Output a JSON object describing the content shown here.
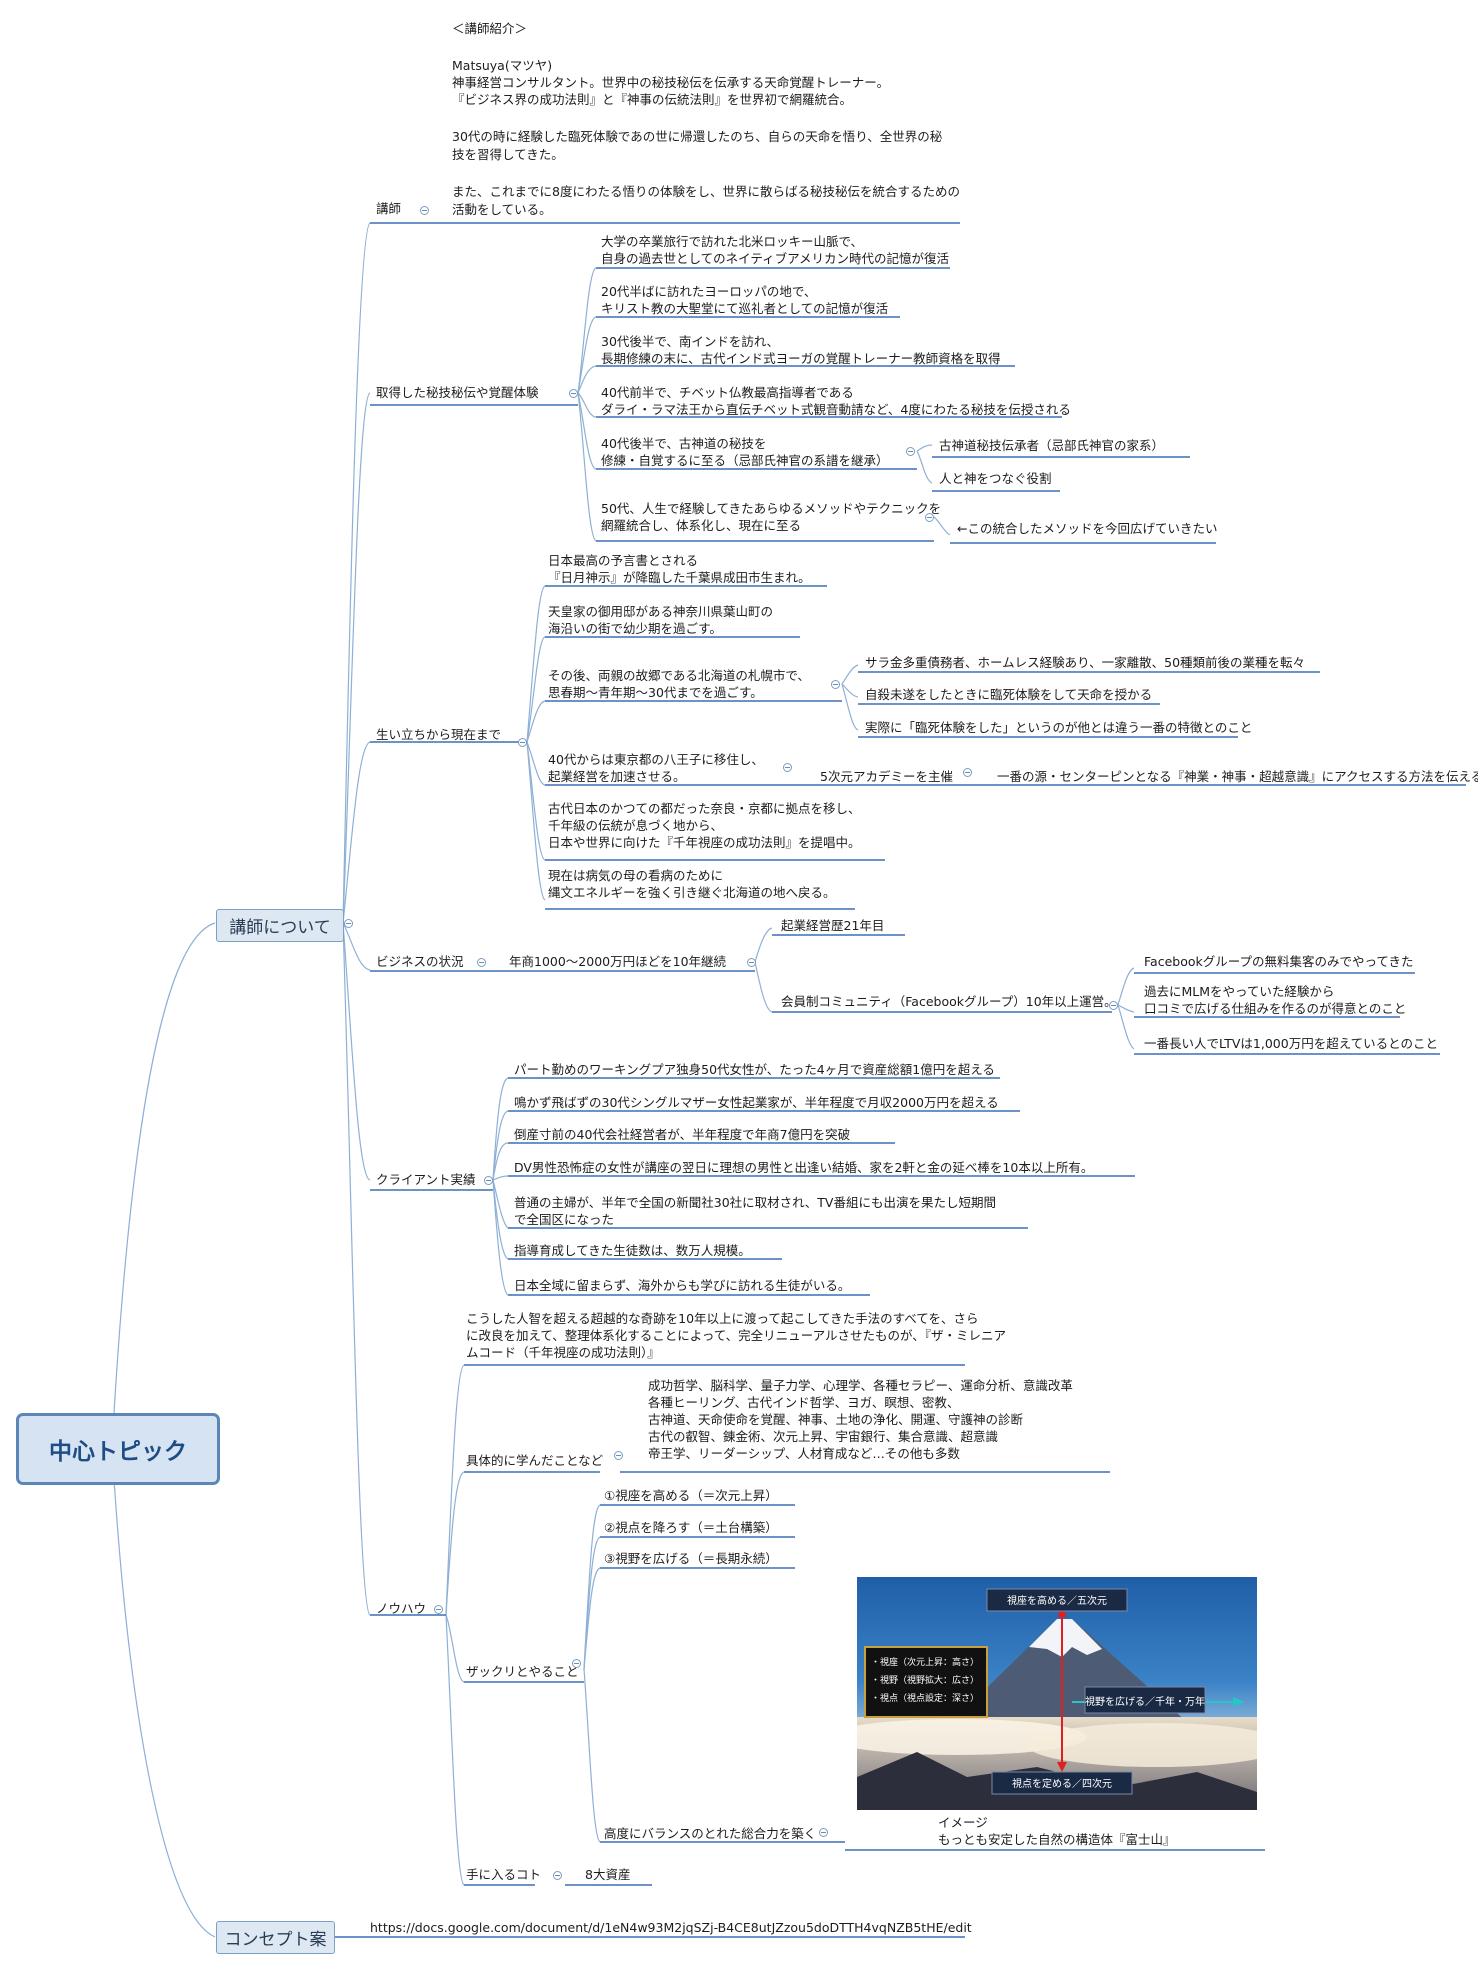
{
  "root": {
    "title": "中心トピック"
  },
  "branches": {
    "instructor_about": "講師について",
    "concept": "コンセプト案"
  },
  "intro": {
    "heading": "＜講師紹介＞",
    "name": "Matsuya(マツヤ)",
    "line1": "神事経営コンサルタント。世界中の秘技秘伝を伝承する天命覚醒トレーナー。",
    "line2": "『ビジネス界の成功法則』と『神事の伝統法則』を世界初で網羅統合。",
    "para2_1": "30代の時に経験した臨死体験であの世に帰還したのち、自らの天命を悟り、全世界の秘",
    "para2_2": "技を習得してきた。",
    "para3_1": "また、これまでに8度にわたる悟りの体験をし、世界に散らばる秘技秘伝を統合するための",
    "para3_2": "活動をしている。"
  },
  "topics": {
    "lecturer": "講師",
    "secrets": "取得した秘技秘伝や覚醒体験",
    "life": "生い立ちから現在まで",
    "business": "ビジネスの状況",
    "clients": "クライアント実績",
    "knowhow": "ノウハウ"
  },
  "secrets": {
    "s1": "大学の卒業旅行で訪れた北米ロッキー山脈で、\n自身の過去世としてのネイティブアメリカン時代の記憶が復活",
    "s2": "20代半ばに訪れたヨーロッパの地で、\nキリスト教の大聖堂にて巡礼者としての記憶が復活",
    "s3": "30代後半で、南インドを訪れ、\n長期修練の末に、古代インド式ヨーガの覚醒トレーナー教師資格を取得",
    "s4": "40代前半で、チベット仏教最高指導者である\nダライ・ラマ法王から直伝チベット式観音動請など、4度にわたる秘技を伝授される",
    "s5": "40代後半で、古神道の秘技を\n修練・自覚するに至る（忌部氏神官の系譜を継承）",
    "s5a": "古神道秘技伝承者（忌部氏神官の家系）",
    "s5b": "人と神をつなぐ役割",
    "s6": "50代、人生で経験してきたあらゆるメソッドやテクニックを\n網羅統合し、体系化し、現在に至る",
    "s6a": "←この統合したメソッドを今回広げていきたい"
  },
  "life": {
    "l1": "日本最高の予言書とされる\n『日月神示』が降臨した千葉県成田市生まれ。",
    "l2": "天皇家の御用邸がある神奈川県葉山町の\n海沿いの街で幼少期を過ごす。",
    "l3": "その後、両親の故郷である北海道の札幌市で、\n思春期～青年期～30代までを過ごす。",
    "l3a": "サラ金多重債務者、ホームレス経験あり、一家離散、50種類前後の業種を転々",
    "l3b": "自殺未遂をしたときに臨死体験をして天命を授かる",
    "l3c": "実際に「臨死体験をした」というのが他とは違う一番の特徴とのこと",
    "l4": "40代からは東京都の八王子に移住し、\n起業経営を加速させる。",
    "l4a": "5次元アカデミーを主催",
    "l4b": "一番の源・センターピンとなる『神業・神事・超越意識』にアクセスする方法を伝える",
    "l5": "古代日本のかつての都だった奈良・京都に拠点を移し、\n千年級の伝統が息づく地から、\n日本や世界に向けた『千年視座の成功法則』を提唱中。",
    "l6": "現在は病気の母の看病のために\n縄文エネルギーを強く引き継ぐ北海道の地へ戻る。"
  },
  "business": {
    "b1": "年商1000～2000万円ほどを10年継続",
    "b1a": "起業経営歴21年目",
    "b1b": "会員制コミュニティ（Facebookグループ）10年以上運営。",
    "b1b1": "Facebookグループの無料集客のみでやってきた",
    "b1b2": "過去にMLMをやっていた経験から\n口コミで広げる仕組みを作るのが得意とのこと",
    "b1b3": "一番長い人でLTVは1,000万円を超えているとのこと"
  },
  "clients": {
    "c1": "パート勤めのワーキングプア独身50代女性が、たった4ヶ月で資産総額1億円を超える",
    "c2": "鳴かず飛ばずの30代シングルマザー女性起業家が、半年程度で月収2000万円を超える",
    "c3": "倒産寸前の40代会社経営者が、半年程度で年商7億円を突破",
    "c4": "DV男性恐怖症の女性が講座の翌日に理想の男性と出逢い結婚、家を2軒と金の延べ棒を10本以上所有。",
    "c5": "普通の主婦が、半年で全国の新聞社30社に取材され、TV番組にも出演を果たし短期間\nで全国区になった",
    "c6": "指導育成してきた生徒数は、数万人規模。",
    "c7": "日本全域に留まらず、海外からも学びに訪れる生徒がいる。"
  },
  "knowhow": {
    "intro": "こうした人智を超える超越的な奇跡を10年以上に渡って起こしてきた手法のすべてを、さら\nに改良を加えて、整理体系化することによって、完全リニューアルさせたものが、『ザ・ミレニア\nムコード（千年視座の成功法則）』",
    "learned": "具体的に学んだことなど",
    "learned_list": "成功哲学、脳科学、量子力学、心理学、各種セラピー、運命分析、意識改革\n各種ヒーリング、古代インド哲学、ヨガ、瞑想、密教、\n古神道、天命使命を覚醒、神事、土地の浄化、開運、守護神の診断\n古代の叡智、錬金術、次元上昇、宇宙銀行、集合意識、超意識\n帝王学、リーダーシップ、人材育成など…その他も多数",
    "rough": "ザックリとやること",
    "r1": "①視座を高める（＝次元上昇）",
    "r2": "②視点を降ろす（＝土台構築）",
    "r3": "③視野を広げる（＝長期永続）",
    "r4": "高度にバランスのとれた総合力を築く",
    "image_caption": "イメージ\nもっとも安定した自然の構造体『富士山』",
    "gain": "手に入るコト",
    "gain_item": "8大資産"
  },
  "image_labels": {
    "top": "視座を高める／五次元",
    "right": "視野を広げる／千年・万年",
    "bottom": "視点を定める／四次元",
    "legend1": "・視座（次元上昇：高さ）",
    "legend2": "・視野（視野拡大：広さ）",
    "legend3": "・視点（視点設定：深さ）"
  },
  "concept_url": "https://docs.google.com/document/d/1eN4w93M2jqSZj-B4CE8utJZzou5doDTTH4vqNZB5tHE/edit",
  "colors": {
    "line": "#3b6fb6",
    "connector": "#8eb0d6",
    "box_fill": "#dde8f3",
    "box_border": "#7aa0c4"
  }
}
